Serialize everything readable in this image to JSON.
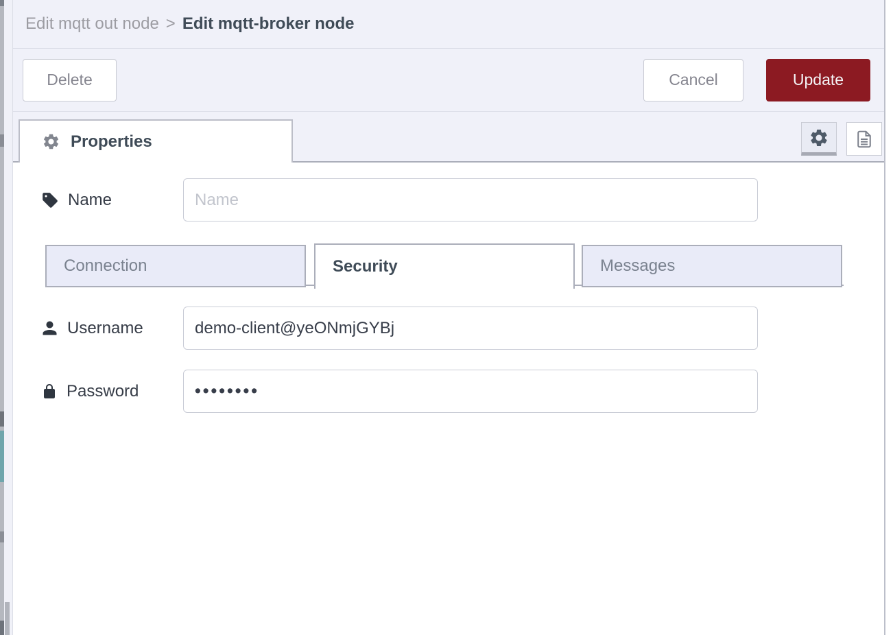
{
  "header": {
    "breadcrumb_parent": "Edit mqtt out node",
    "breadcrumb_separator": ">",
    "breadcrumb_current": "Edit mqtt-broker node"
  },
  "toolbar": {
    "delete_label": "Delete",
    "cancel_label": "Cancel",
    "update_label": "Update"
  },
  "editor": {
    "properties_tab_label": "Properties",
    "header_icon_buttons": [
      {
        "name": "gear-icon",
        "selected": true
      },
      {
        "name": "document-icon",
        "selected": false
      }
    ]
  },
  "form": {
    "name": {
      "label": "Name",
      "placeholder": "Name",
      "value": "",
      "icon": "tag-icon"
    },
    "tabs": [
      {
        "label": "Connection",
        "active": false
      },
      {
        "label": "Security",
        "active": true
      },
      {
        "label": "Messages",
        "active": false
      }
    ],
    "username": {
      "label": "Username",
      "value": "demo-client@yeONmjGYBj",
      "icon": "user-icon"
    },
    "password": {
      "label": "Password",
      "masked_value": "••••••••",
      "icon": "lock-icon"
    }
  },
  "icons": {
    "gear": "⚙",
    "tag": "🏷",
    "user": "👤",
    "lock": "🔒",
    "document": "📄"
  },
  "colors": {
    "accent_red": "#8c1a22",
    "panel_bg": "#f0f1f9",
    "tab_inactive_bg": "#e9ebf8",
    "border_gray": "#abaeba",
    "text_dark": "#3f4b57",
    "text_gray": "#9c9ca2",
    "workspace_teal": "#6fa6ad"
  }
}
